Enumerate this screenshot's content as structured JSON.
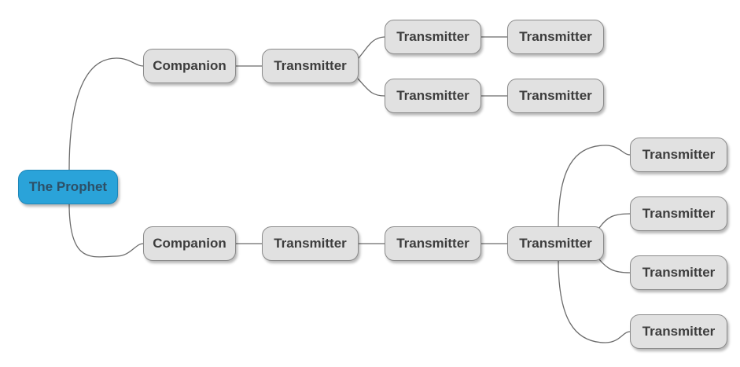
{
  "diagram": {
    "root_label": "The Prophet",
    "companion_label": "Companion",
    "transmitter_label": "Transmitter",
    "colors": {
      "root_fill": "#2aa3d9",
      "node_fill": "#e1e1e1",
      "connector": "#6b6b6b",
      "text": "#3d3d3d"
    }
  }
}
